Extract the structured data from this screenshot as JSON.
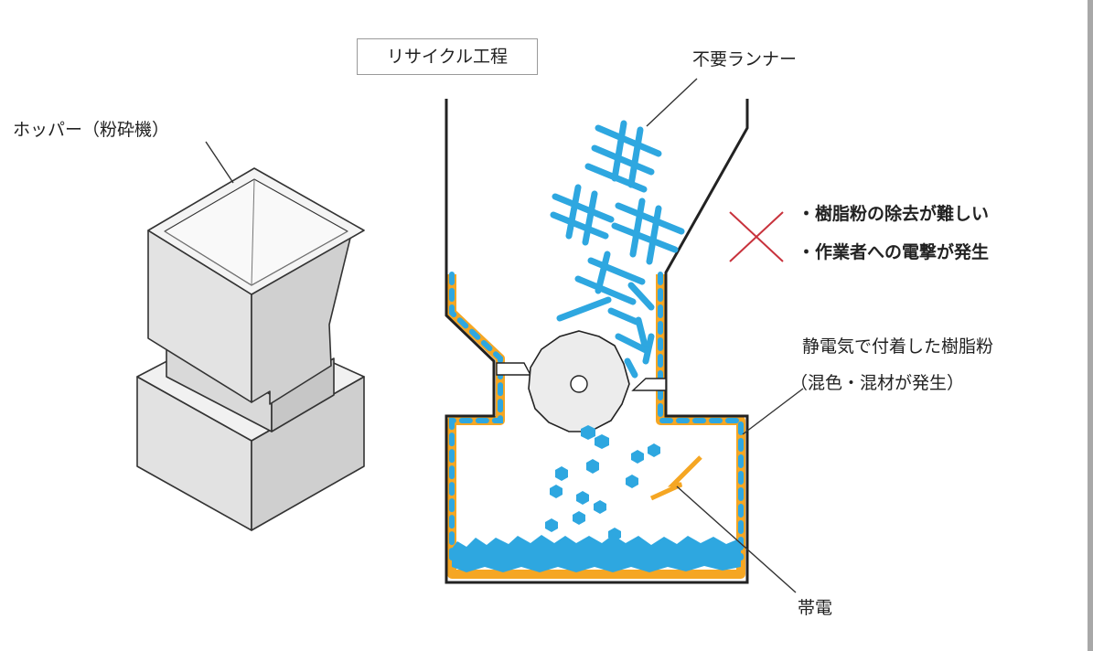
{
  "title": "リサイクル工程",
  "labels": {
    "hopper": "ホッパー（粉砕機）",
    "runner": "不要ランナー",
    "static_line1": "静電気で付着した樹脂粉",
    "static_line2": "（混色・混材が発生）",
    "charge": "帯電"
  },
  "problems": {
    "mark_icon": "x-mark-icon",
    "items": [
      "・樹脂粉の除去が難しい",
      "・作業者への電撃が発生"
    ]
  },
  "colors": {
    "resin_blue": "#2ea7e0",
    "static_orange": "#f5a623",
    "cross_red": "#c8323c",
    "hopper_gray": "#dedede"
  }
}
